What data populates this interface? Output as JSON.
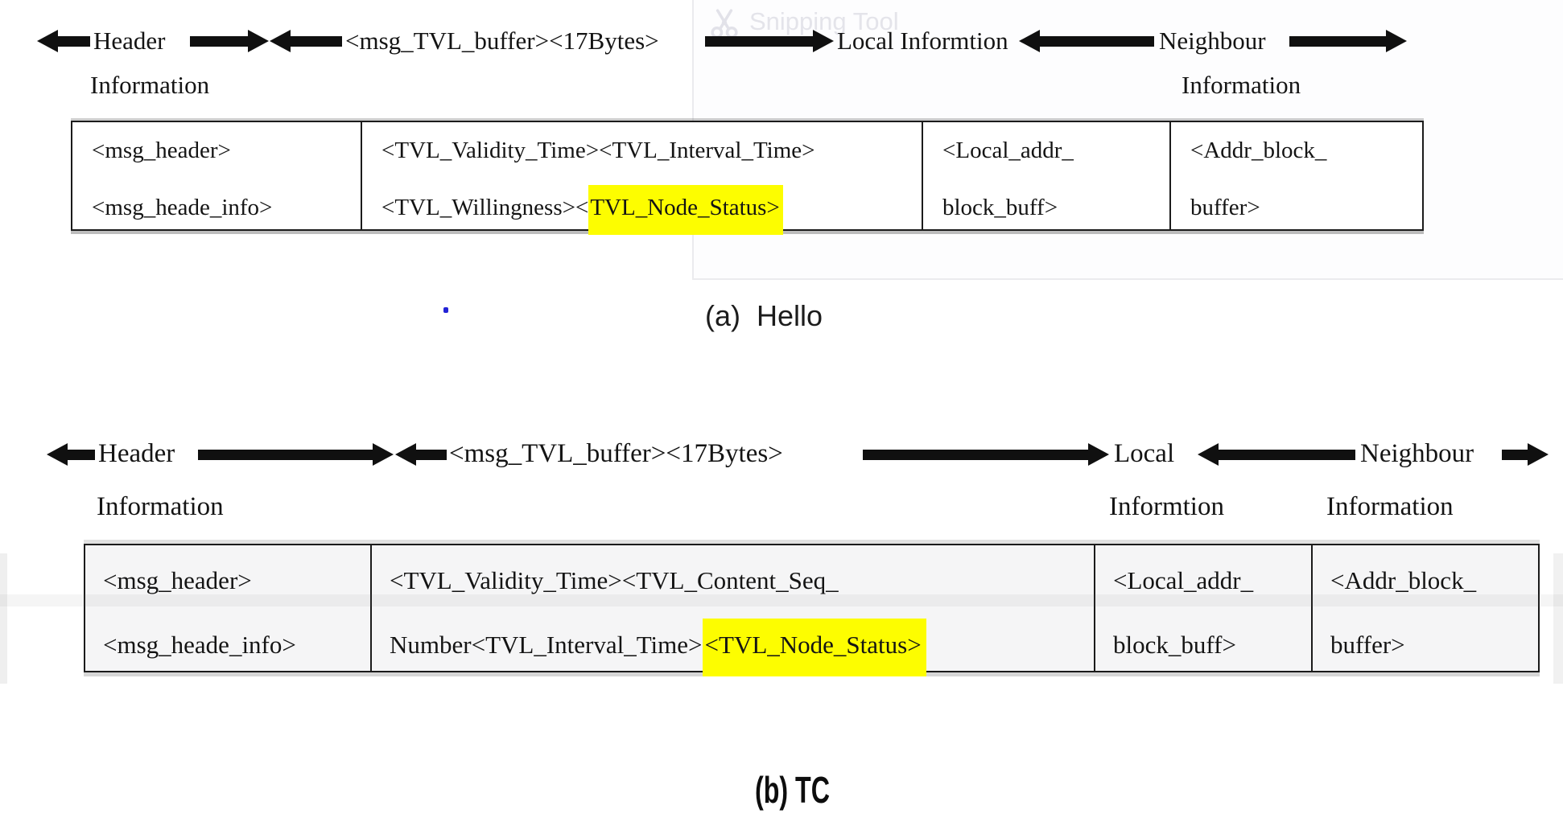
{
  "window": {
    "watermark_label": "Snipping Tool"
  },
  "colors": {
    "highlight": "#fdfd00",
    "arrow": "#101010",
    "table_border": "#1b1b1b",
    "ghost_border": "#ebebee",
    "blue_dot": "#2323d6"
  },
  "diagram_a": {
    "caption": "(a)  Hello",
    "labels": {
      "header": "Header",
      "header_info": "Information",
      "buffer": "<msg_TVL_buffer><17Bytes>",
      "local": "Local Informtion",
      "neighbour": "Neighbour",
      "neighbour_info": "Information"
    },
    "table": {
      "col1": {
        "line1": "<msg_header>",
        "line2": "<msg_heade_info>"
      },
      "col2": {
        "line1": "<TVL_Validity_Time><TVL_Interval_Time>",
        "line2_plain": "<TVL_Willingness><",
        "line2_highlight": "TVL_Node_Status>"
      },
      "col3": {
        "line1": "<Local_addr_",
        "line2": "block_buff>"
      },
      "col4": {
        "line1": "<Addr_block_",
        "line2": "buffer>"
      }
    }
  },
  "diagram_b": {
    "caption": "(b) TC",
    "labels": {
      "header": "Header",
      "header_info": "Information",
      "buffer": "<msg_TVL_buffer><17Bytes>",
      "local": "Local",
      "local_info": "Informtion",
      "neighbour": "Neighbour",
      "neighbour_info": "Information"
    },
    "table": {
      "col1": {
        "line1": "<msg_header>",
        "line2": "<msg_heade_info>"
      },
      "col2": {
        "line1": "<TVL_Validity_Time><TVL_Content_Seq_",
        "line2_plain": "Number<TVL_Interval_Time>",
        "line2_highlight": "<TVL_Node_Status>"
      },
      "col3": {
        "line1": "<Local_addr_",
        "line2": "block_buff>"
      },
      "col4": {
        "line1": "<Addr_block_",
        "line2": "buffer>"
      }
    }
  }
}
